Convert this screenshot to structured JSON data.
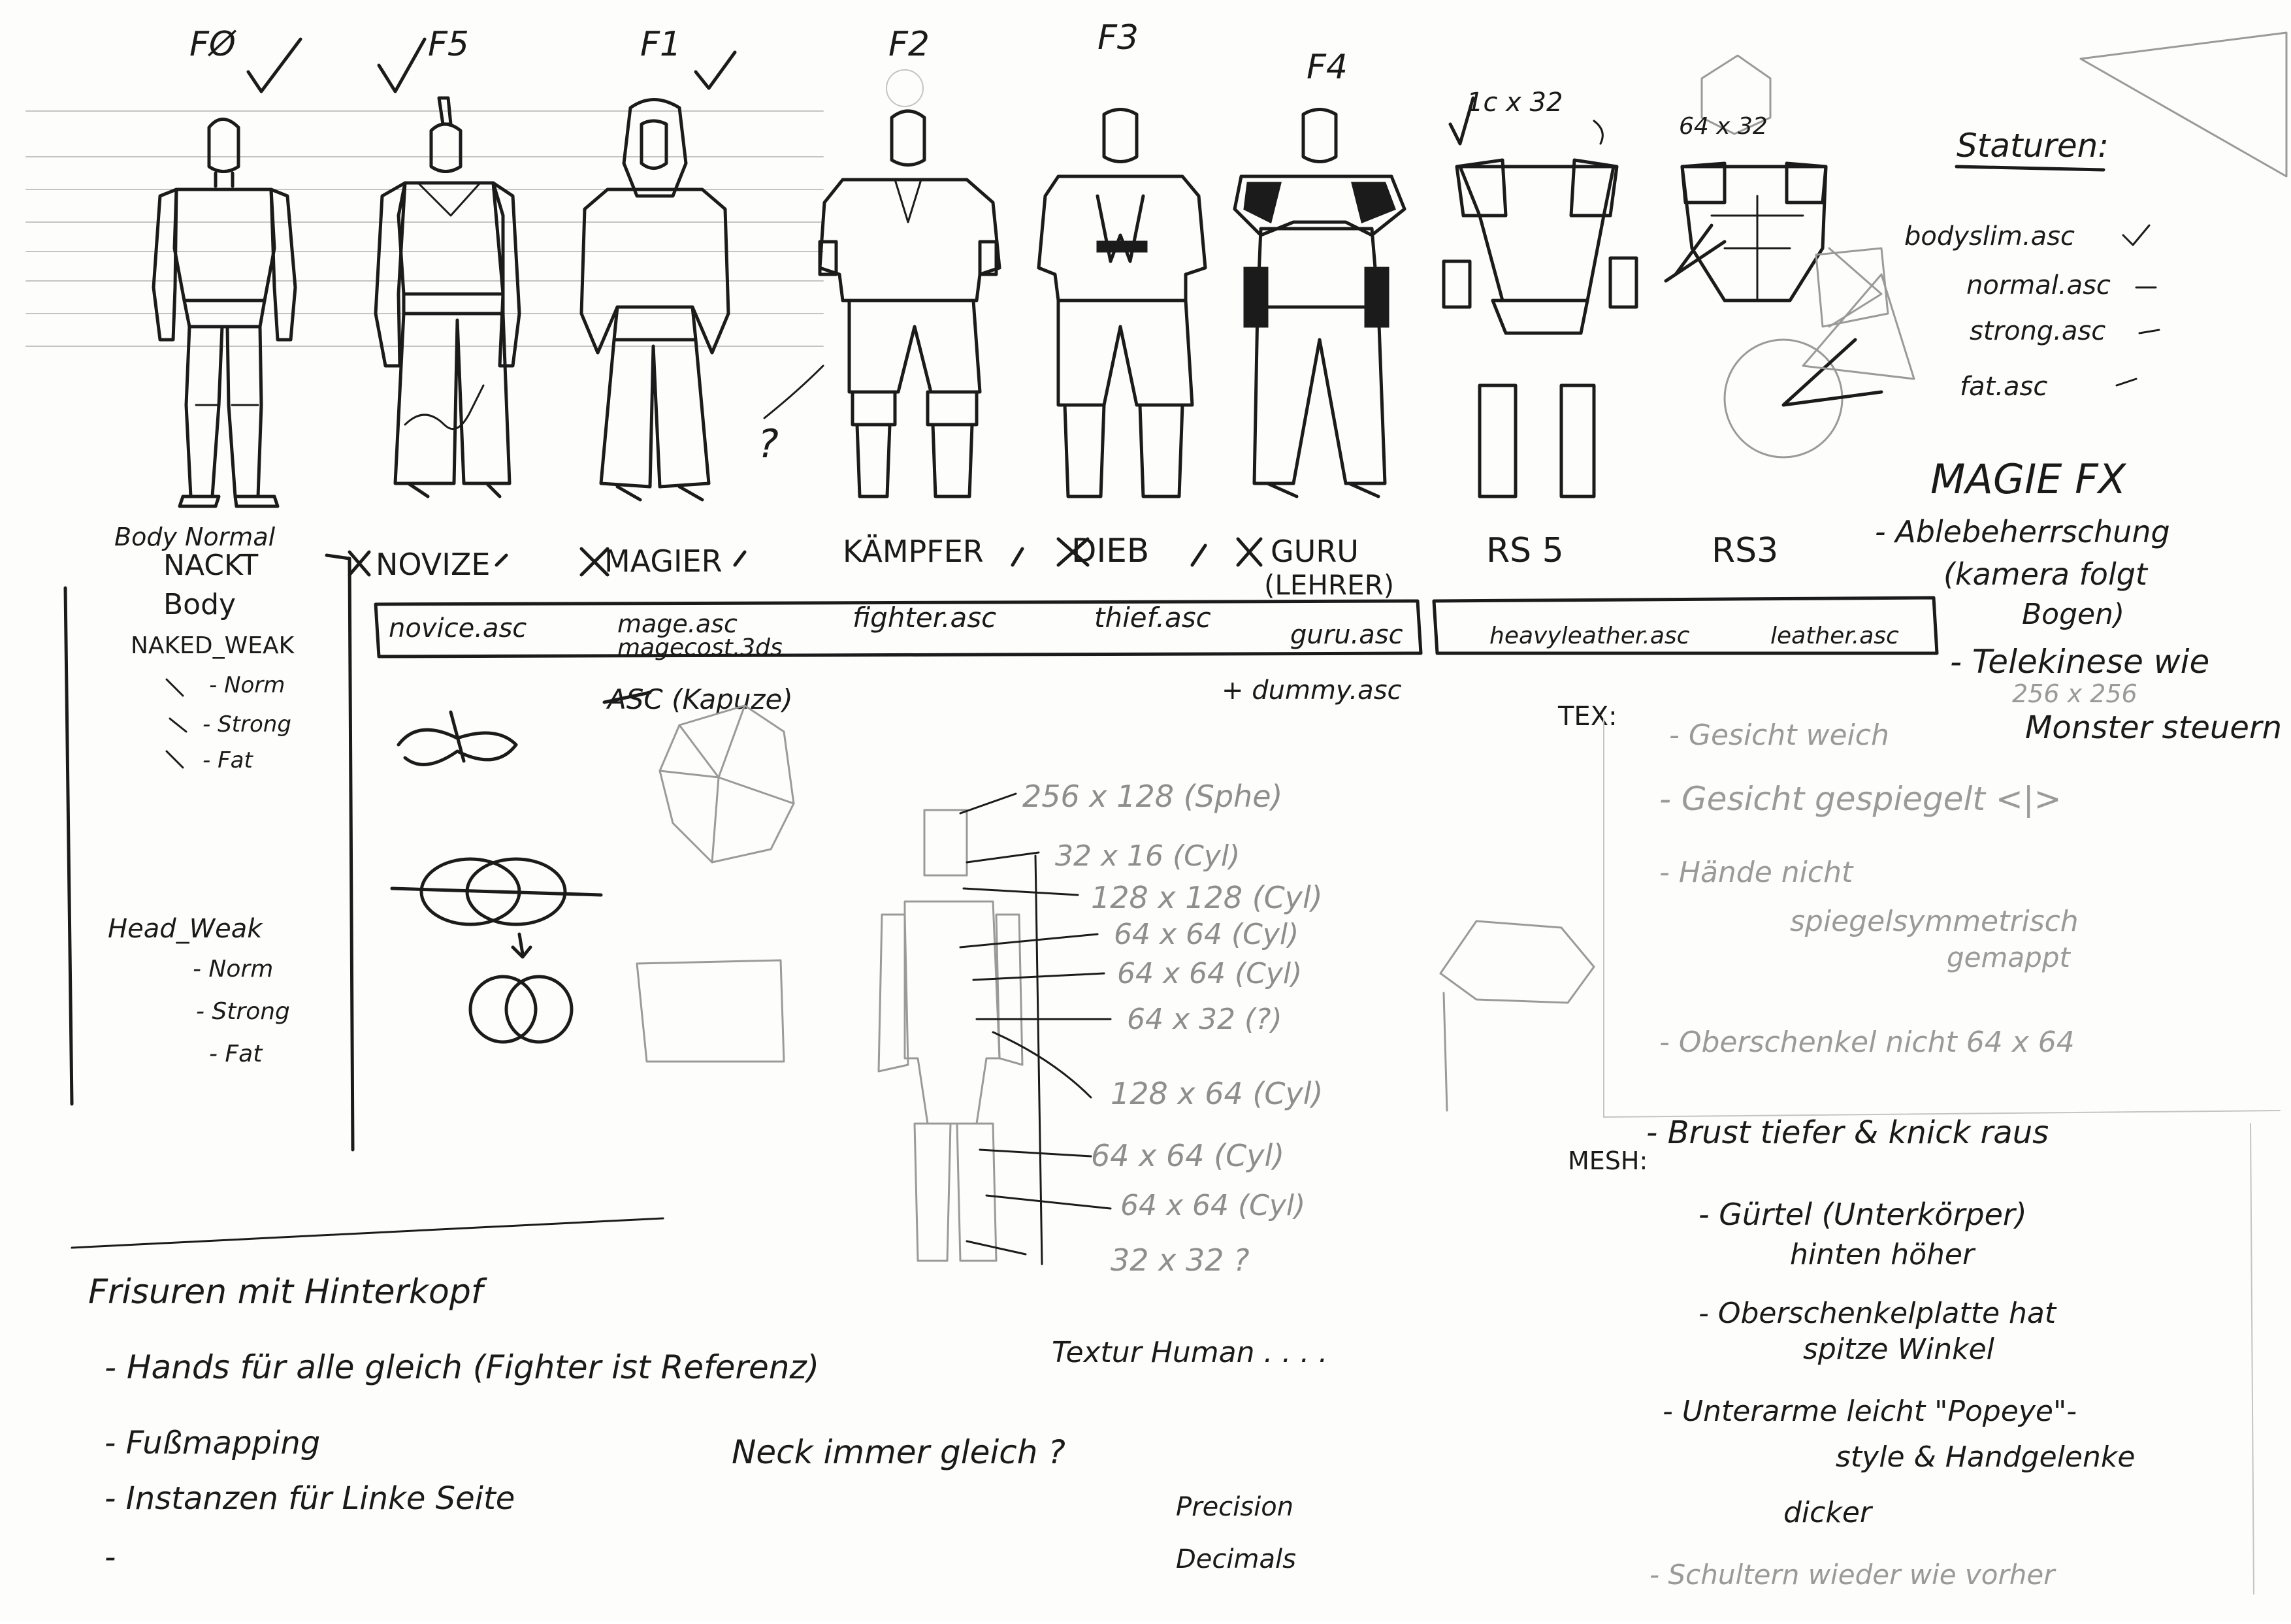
{
  "figure_codes": [
    "FØ",
    "F5",
    "F1",
    "F2",
    "F3",
    "F4"
  ],
  "figure_names": [
    "NACKT",
    "NOVIZE",
    "MAGIER",
    "KÄMPFER",
    "DIEB",
    "GURU",
    "RS 5",
    "RS3"
  ],
  "body_normal_label": "Body Normal",
  "guru_sub": "(LEHRER)",
  "top_sizes": [
    "1c x 32",
    "64 x 32"
  ],
  "files_row": [
    "novice.asc",
    "mage.asc",
    "magecost.3ds",
    "fighter.asc",
    "thief.asc",
    "guru.asc",
    "heavyleather.asc",
    "leather.asc"
  ],
  "extra_files": [
    "ASC (Kapuze)",
    "+ dummy.asc"
  ],
  "body_list": {
    "head": "Body",
    "items": [
      "NAKED_WEAK",
      "- Norm",
      "- Strong",
      "- Fat"
    ]
  },
  "head_list": {
    "head": "Head_Weak",
    "items": [
      "- Norm",
      "- Strong",
      "- Fat"
    ]
  },
  "staturen": {
    "title": "Staturen:",
    "items": [
      "bodyslim.asc",
      "normal.asc",
      "strong.asc",
      "fat.asc"
    ]
  },
  "magie": {
    "title": "MAGIE FX",
    "lines": [
      "- Ablebeherrschung",
      "(kamera folgt",
      "Bogen)",
      "- Telekinese wie",
      "Monster steuern"
    ],
    "tele_note": "256 x 256"
  },
  "tex": {
    "label": "TEX:",
    "items": [
      "- Gesicht weich",
      "- Gesicht gespiegelt <|>",
      "- Hände nicht",
      "spiegelsymmetrisch",
      "gemappt",
      "- Oberschenkel nicht 64 x 64"
    ]
  },
  "mesh": {
    "label": "MESH:",
    "items": [
      "- Brust tiefer & knick raus",
      "- Gürtel (Unterkörper)",
      "hinten höher",
      "- Oberschenkelplatte hat",
      "spitze Winkel",
      "- Unterarme leicht \"Popeye\"-",
      "style & Handgelenke",
      "dicker",
      "- Schultern wieder wie vorher"
    ]
  },
  "uv_sizes": [
    "256 x 128 (Sphe)",
    "32 x 16 (Cyl)",
    "128 x 128 (Cyl)",
    "64 x 64 (Cyl)",
    "64 x 64 (Cyl)",
    "64 x 32 (?)",
    "128 x 64 (Cyl)",
    "64 x 64 (Cyl)",
    "64 x 64 (Cyl)",
    "32 x 32 ?"
  ],
  "bottom_notes": {
    "title": "Frisuren mit Hinterkopf",
    "items": [
      "- Hands für alle gleich (Fighter ist Referenz)",
      "- Fußmapping",
      "- Instanzen für Linke Seite",
      "-"
    ],
    "textures": "Textur Human . . . .",
    "neck": "Neck immer gleich ?",
    "precision": [
      "Precision",
      "Decimals"
    ]
  }
}
